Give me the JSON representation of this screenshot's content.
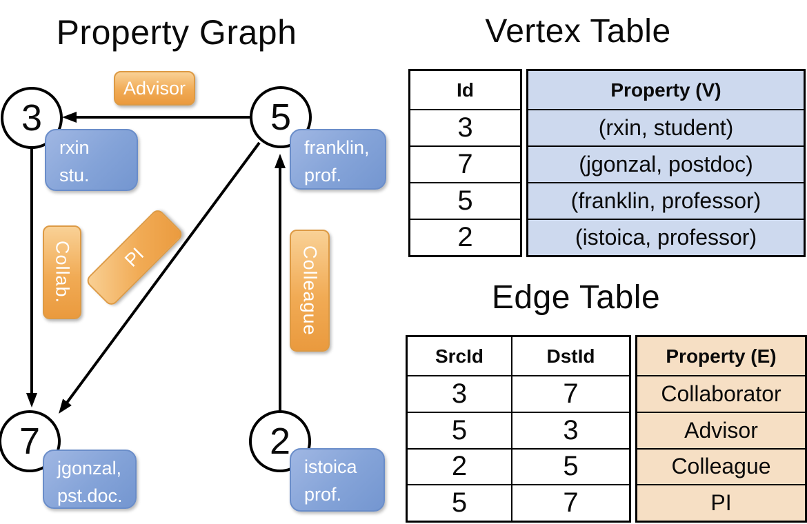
{
  "graph": {
    "title": "Property Graph",
    "nodes": [
      {
        "id": "3",
        "line1": "rxin",
        "line2": "stu."
      },
      {
        "id": "5",
        "line1": "franklin,",
        "line2": "prof."
      },
      {
        "id": "7",
        "line1": "jgonzal,",
        "line2": "pst.doc."
      },
      {
        "id": "2",
        "line1": "istoica",
        "line2": "prof."
      }
    ],
    "edge_labels": {
      "advisor": "Advisor",
      "collab": "Collab.",
      "pi": "PI",
      "colleague": "Colleague"
    }
  },
  "vertex_table": {
    "title": "Vertex Table",
    "headers": {
      "id": "Id",
      "property": "Property (V)"
    },
    "rows": [
      {
        "id": "3",
        "property": "(rxin, student)"
      },
      {
        "id": "7",
        "property": "(jgonzal, postdoc)"
      },
      {
        "id": "5",
        "property": "(franklin, professor)"
      },
      {
        "id": "2",
        "property": "(istoica, professor)"
      }
    ]
  },
  "edge_table": {
    "title": "Edge Table",
    "headers": {
      "src": "SrcId",
      "dst": "DstId",
      "property": "Property (E)"
    },
    "rows": [
      {
        "src": "3",
        "dst": "7",
        "property": "Collaborator"
      },
      {
        "src": "5",
        "dst": "3",
        "property": "Advisor"
      },
      {
        "src": "2",
        "dst": "5",
        "property": "Colleague"
      },
      {
        "src": "5",
        "dst": "7",
        "property": "PI"
      }
    ]
  },
  "colors": {
    "edge_label_fill": "#F0A952",
    "vertex_label_fill": "#7E9FD6",
    "vertex_table_fill": "#CDD9EE",
    "edge_table_fill": "#F6DFC4",
    "line": "#000000"
  }
}
